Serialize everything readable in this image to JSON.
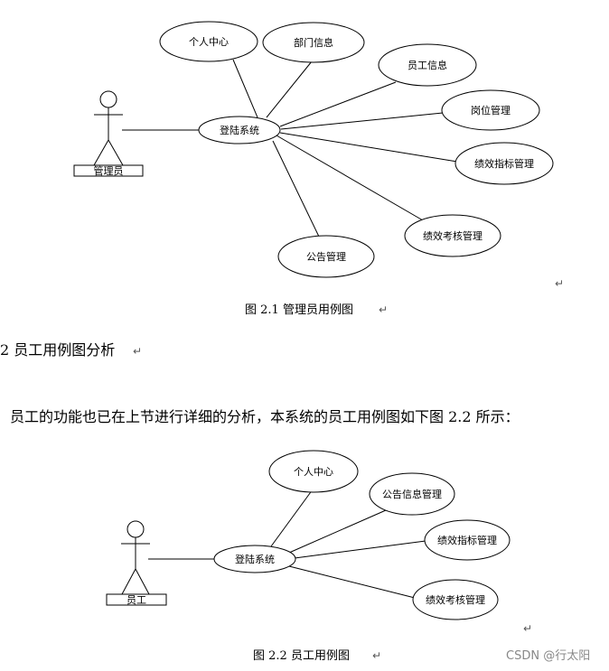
{
  "diagram1": {
    "actor_label": "管理员",
    "system_label": "登陆系统",
    "use_cases": [
      "个人中心",
      "部门信息",
      "员工信息",
      "岗位管理",
      "绩效指标管理",
      "绩效考核管理",
      "公告管理"
    ],
    "caption": "图 2.1 管理员用例图"
  },
  "section_heading": "2 员工用例图分析",
  "paragraph": "员工的功能也已在上节进行详细的分析，本系统的员工用例图如下图 2.2 所示：",
  "diagram2": {
    "actor_label": "员工",
    "system_label": "登陆系统",
    "use_cases": [
      "个人中心",
      "公告信息管理",
      "绩效指标管理",
      "绩效考核管理"
    ],
    "caption": "图 2.2 员工用例图"
  },
  "return_mark": "↵",
  "watermark": "CSDN @行太阳"
}
